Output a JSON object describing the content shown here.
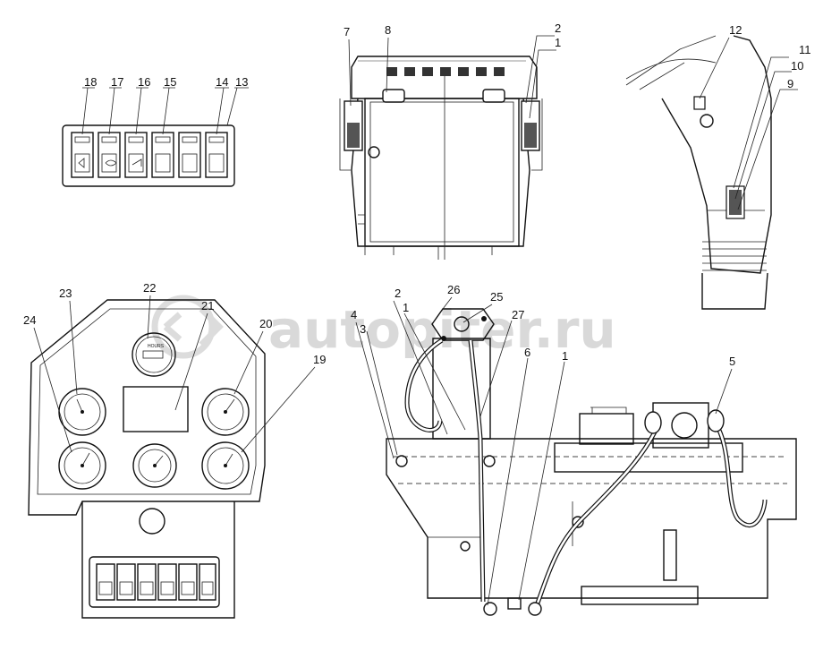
{
  "watermark": "autopiter.ru",
  "callouts": {
    "c1a": "1",
    "c2a": "2",
    "c7": "7",
    "c8": "8",
    "c12": "12",
    "c11": "11",
    "c10": "10",
    "c9": "9",
    "c18": "18",
    "c17": "17",
    "c16": "16",
    "c15": "15",
    "c14": "14",
    "c13": "13",
    "c22": "22",
    "c21": "21",
    "c23": "23",
    "c20": "20",
    "c24": "24",
    "c19": "19",
    "c4": "4",
    "c3": "3",
    "c2b": "2",
    "c1b": "1",
    "c26": "26",
    "c25": "25",
    "c27": "27",
    "c6": "6",
    "c1c": "1",
    "c5": "5"
  }
}
